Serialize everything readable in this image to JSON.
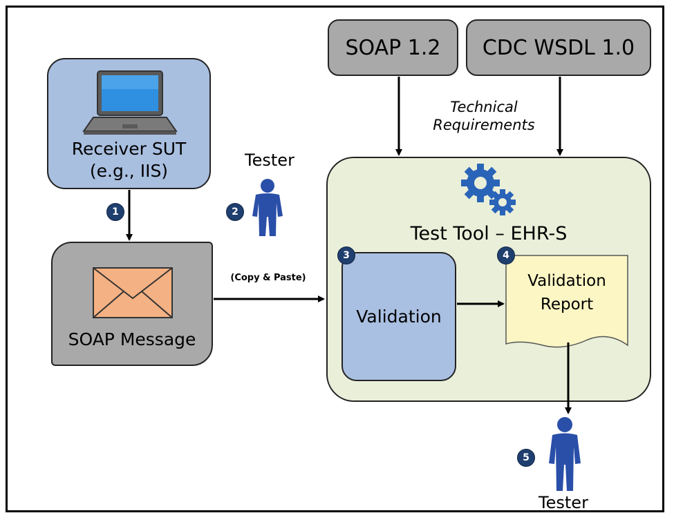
{
  "nodes": {
    "soap12": "SOAP 1.2",
    "wsdl": "CDC WSDL 1.0",
    "receiver_line1": "Receiver SUT",
    "receiver_line2": "(e.g., IIS)",
    "soap_message": "SOAP Message",
    "test_tool": "Test Tool – EHR-S",
    "validation": "Validation",
    "report_line1": "Validation",
    "report_line2": "Report"
  },
  "labels": {
    "tech_req_line1": "Technical",
    "tech_req_line2": "Requirements",
    "tester_top": "Tester",
    "tester_bottom": "Tester",
    "copy_paste": "(Copy & Paste)"
  },
  "badges": [
    "1",
    "2",
    "3",
    "4",
    "5"
  ],
  "icons": {
    "laptop": "laptop-icon",
    "envelope": "envelope-icon",
    "gears": "gears-icon",
    "person": "person-icon"
  },
  "colors": {
    "gray_box": "#a9a9a9",
    "blue_box": "#a9bfe0",
    "tool_bg": "#e9efd9",
    "report_bg": "#fbf6c4",
    "badge": "#1f3f6e",
    "person": "#2a4fa8",
    "gear": "#2a64b8",
    "envelope": "#f4b183"
  }
}
